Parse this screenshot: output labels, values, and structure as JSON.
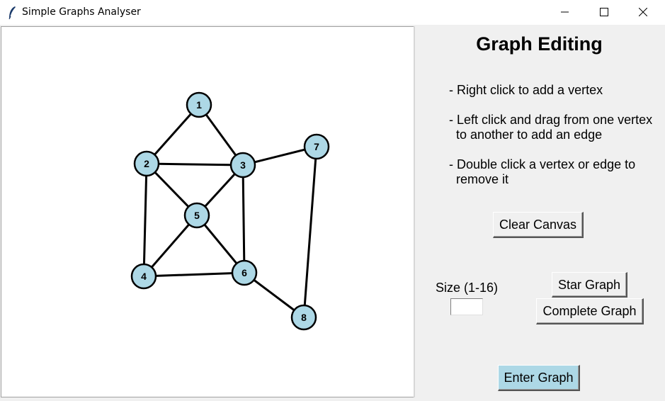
{
  "window": {
    "title": "Simple Graphs Analyser",
    "icon": "feather-icon",
    "controls": [
      "minimize-icon",
      "maximize-icon",
      "close-icon"
    ]
  },
  "graph": {
    "vertices": [
      {
        "id": "1",
        "label": "1"
      },
      {
        "id": "2",
        "label": "2"
      },
      {
        "id": "3",
        "label": "3"
      },
      {
        "id": "4",
        "label": "4"
      },
      {
        "id": "5",
        "label": "5"
      },
      {
        "id": "6",
        "label": "6"
      },
      {
        "id": "7",
        "label": "7"
      },
      {
        "id": "8",
        "label": "8"
      }
    ],
    "edges": [
      [
        "1",
        "2"
      ],
      [
        "1",
        "3"
      ],
      [
        "2",
        "3"
      ],
      [
        "2",
        "5"
      ],
      [
        "2",
        "4"
      ],
      [
        "3",
        "5"
      ],
      [
        "3",
        "6"
      ],
      [
        "3",
        "7"
      ],
      [
        "5",
        "4"
      ],
      [
        "5",
        "6"
      ],
      [
        "4",
        "6"
      ],
      [
        "6",
        "8"
      ],
      [
        "7",
        "8"
      ]
    ],
    "vertex_color": "#add8e6",
    "edge_color": "#000000"
  },
  "panel": {
    "title": "Graph Editing",
    "instructions": [
      "- Right click to add a vertex",
      "- Left click and drag from one vertex\n  to another to add an edge",
      "- Double click a vertex or edge to\n  remove it"
    ],
    "clear_button": "Clear Canvas",
    "size_label": "Size (1-16)",
    "size_value": "",
    "star_button": "Star Graph",
    "complete_button": "Complete Graph",
    "enter_button": "Enter Graph",
    "enter_button_color": "#add8e6"
  }
}
